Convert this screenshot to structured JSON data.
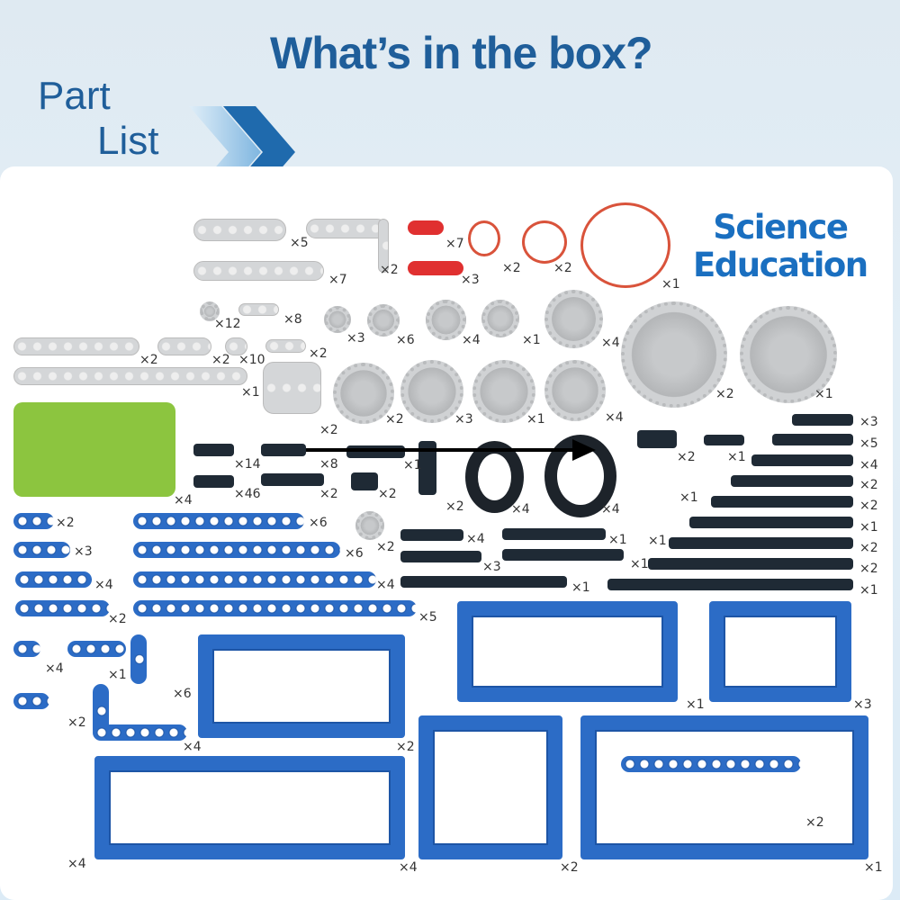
{
  "header": {
    "title": "What’s in the box?",
    "part_list_line1": "Part",
    "part_list_line2": "List"
  },
  "logo": {
    "line1": "Science",
    "line2": "Education"
  },
  "colors": {
    "title": "#1f5e9a",
    "blue_parts": "#2c6cc6",
    "logo": "#1a6fc0",
    "rings": "#d9533b"
  },
  "quantities": [
    "×5",
    "×2",
    "×7",
    "×7",
    "×3",
    "×2",
    "×2",
    "×1",
    "×12",
    "×8",
    "×3",
    "×6",
    "×4",
    "×1",
    "×4",
    "×2",
    "×1",
    "×2",
    "×2",
    "×10",
    "×2",
    "×1",
    "×2",
    "×2",
    "×3",
    "×1",
    "×4",
    "×4",
    "×14",
    "×8",
    "×1",
    "×46",
    "×2",
    "×2",
    "×2",
    "×4",
    "×4",
    "×2",
    "×1",
    "×3",
    "×5",
    "×4",
    "×2",
    "×2",
    "×1",
    "×2",
    "×2",
    "×1",
    "×1",
    "×1",
    "×1",
    "×4",
    "×3",
    "×1",
    "×1",
    "×2",
    "×6",
    "×2",
    "×3",
    "×6",
    "×4",
    "×4",
    "×2",
    "×5",
    "×4",
    "×1",
    "×6",
    "×2",
    "×4",
    "×2",
    "×1",
    "×3",
    "×4",
    "×4",
    "×2",
    "×1",
    "×2"
  ]
}
